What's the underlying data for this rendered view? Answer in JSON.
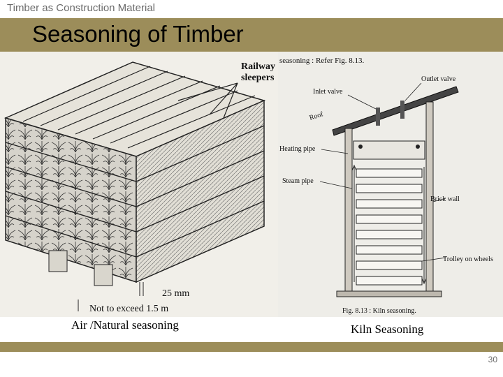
{
  "header": {
    "section": "Timber as Construction Material",
    "title": "Seasoning of Timber"
  },
  "figure_left": {
    "caption": "Air /Natural seasoning",
    "labels": {
      "railway": "Railway",
      "sleepers": "sleepers",
      "gap": "25 mm",
      "limit": "Not to exceed 1.5 m"
    }
  },
  "figure_right": {
    "caption": "Kiln Seasoning",
    "labels": {
      "top_text": "seasoning : Refer Fig. 8.13.",
      "outlet_valve": "Outlet valve",
      "inlet_valve": "Inlet valve",
      "roof": "Roof",
      "heating_pipe": "Heating pipe",
      "steam_pipe": "Steam pipe",
      "brick_wall": "Brick wall",
      "trolley": "Trolley on wheels",
      "fig_caption": "Fig. 8.13 : Kiln seasoning."
    }
  },
  "footer": {
    "page_number": "30"
  },
  "colors": {
    "band": "#9c8d5a",
    "text_gray": "#6b6b6b"
  }
}
